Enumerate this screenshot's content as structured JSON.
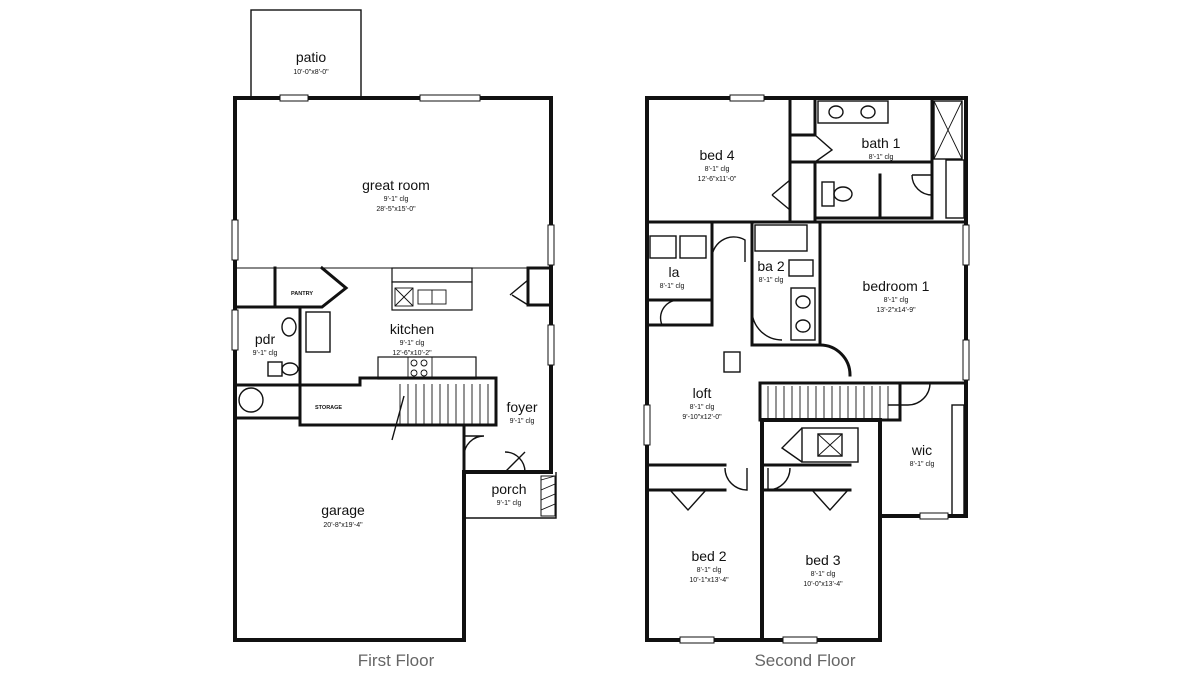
{
  "floors": [
    {
      "caption": "First Floor",
      "rooms": {
        "patio": {
          "name": "patio",
          "size": "10'-0\"x8'-0\""
        },
        "great_room": {
          "name": "great room",
          "clg": "9'-1\" clg",
          "size": "28'-5\"x15'-0\""
        },
        "pantry": {
          "name": "PANTRY"
        },
        "kitchen": {
          "name": "kitchen",
          "clg": "9'-1\" clg",
          "size": "12'-6\"x10'-2\""
        },
        "pdr": {
          "name": "pdr",
          "clg": "9'-1\" clg"
        },
        "storage": {
          "name": "STORAGE"
        },
        "foyer": {
          "name": "foyer",
          "clg": "9'-1\" clg"
        },
        "garage": {
          "name": "garage",
          "size": "20'-8\"x19'-4\""
        },
        "porch": {
          "name": "porch",
          "clg": "9'-1\" clg"
        }
      }
    },
    {
      "caption": "Second Floor",
      "rooms": {
        "bed4": {
          "name": "bed 4",
          "clg": "8'-1\" clg",
          "size": "12'-6\"x11'-0\""
        },
        "bath1": {
          "name": "bath 1",
          "clg": "8'-1\" clg"
        },
        "la": {
          "name": "la",
          "clg": "8'-1\" clg"
        },
        "ba2": {
          "name": "ba 2",
          "clg": "8'-1\" clg"
        },
        "bedroom1": {
          "name": "bedroom 1",
          "clg": "8'-1\" clg",
          "size": "13'-2\"x14'-9\""
        },
        "loft": {
          "name": "loft",
          "clg": "8'-1\" clg",
          "size": "9'-10\"x12'-0\""
        },
        "wic": {
          "name": "wic",
          "clg": "8'-1\" clg"
        },
        "bed2": {
          "name": "bed 2",
          "clg": "8'-1\" clg",
          "size": "10'-1\"x13'-4\""
        },
        "bed3": {
          "name": "bed 3",
          "clg": "8'-1\" clg",
          "size": "10'-0\"x13'-4\""
        }
      }
    }
  ]
}
